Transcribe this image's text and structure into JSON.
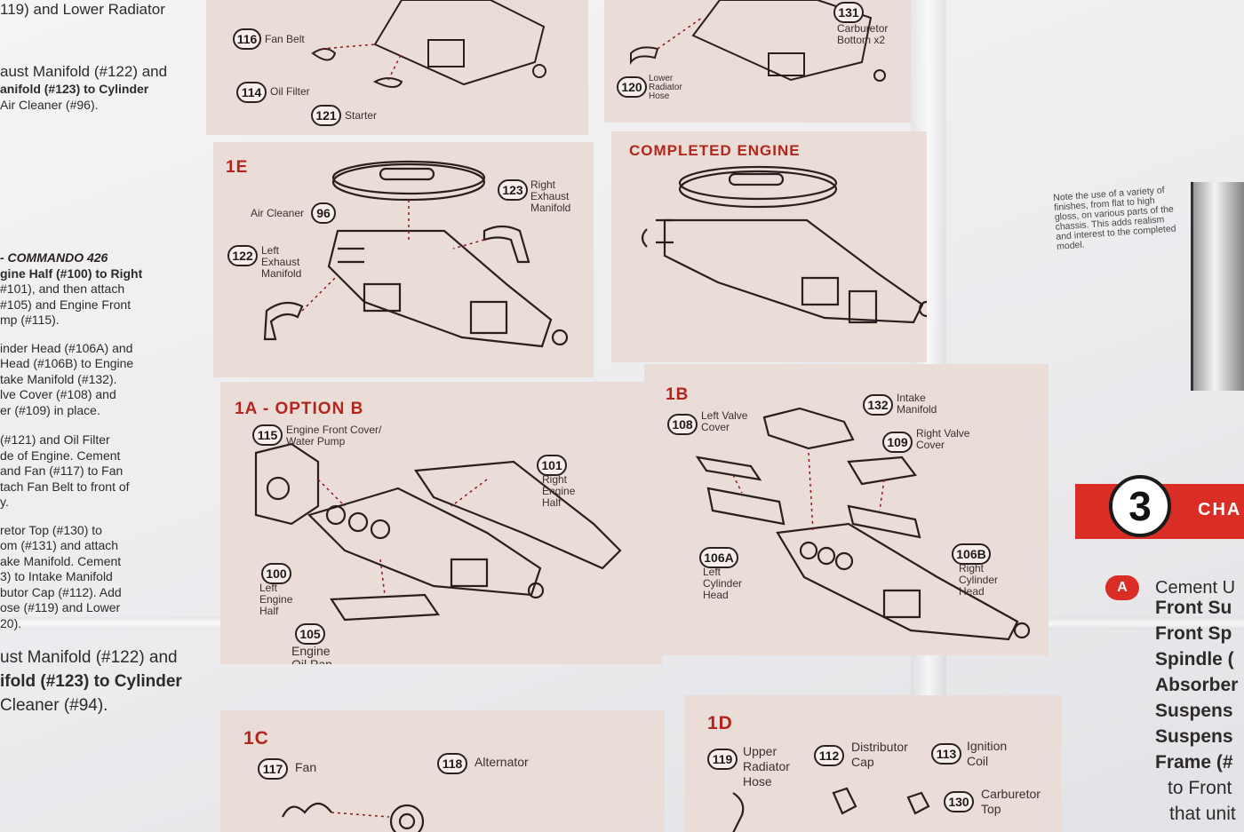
{
  "left_column": {
    "l1": "119) and Lower Radiator",
    "l2": "aust Manifold (#122) and",
    "l3": "anifold (#123) to Cylinder",
    "l4": "Air Cleaner (#96).",
    "l5": "- COMMANDO 426",
    "l6": "gine Half (#100) to Right",
    "l7": "#101), and then attach",
    "l8": "#105) and Engine Front",
    "l9": "mp (#115).",
    "l10": "inder Head (#106A) and",
    "l11": "Head (#106B) to Engine",
    "l12": "take Manifold (#132).",
    "l13": "lve Cover (#108) and",
    "l14": "er (#109) in place.",
    "l15": "(#121) and Oil Filter",
    "l16": "de of Engine. Cement",
    "l17": "and Fan (#117) to Fan",
    "l18": "tach Fan Belt to front of",
    "l19": "y.",
    "l20": "retor Top (#130) to",
    "l21": "om (#131) and attach",
    "l22": "ake Manifold. Cement",
    "l23": "3) to Intake Manifold",
    "l24": "butor Cap (#112). Add",
    "l25": "ose (#119) and Lower",
    "l26": "20).",
    "l27": "ust Manifold (#122) and",
    "l28": "ifold (#123) to Cylinder",
    "l29": "Cleaner (#94)."
  },
  "panels": {
    "top_left": {
      "c116": "116",
      "t116": "Fan Belt",
      "c114": "114",
      "t114": "Oil Filter",
      "c121": "121",
      "t121": "Starter"
    },
    "top_right": {
      "c131": "131",
      "t131": "Carburetor Bottom x2",
      "c120": "120",
      "t120": "Lower Radiator Hose"
    },
    "p1e": {
      "label": "1E",
      "c96": "96",
      "t96": "Air Cleaner",
      "c123": "123",
      "t123": "Right Exhaust Manifold",
      "c122": "122",
      "t122": "Left Exhaust Manifold"
    },
    "completed": {
      "label": "COMPLETED ENGINE"
    },
    "p1a": {
      "label": "1A - OPTION B",
      "c115": "115",
      "t115": "Engine Front Cover/ Water Pump",
      "c101": "101",
      "t101": "Right Engine Half",
      "c100": "100",
      "t100": "Left Engine Half",
      "c105": "105",
      "t105": "Engine Oil Pan"
    },
    "p1b": {
      "label": "1B",
      "c108": "108",
      "t108": "Left Valve Cover",
      "c132": "132",
      "t132": "Intake Manifold",
      "c109": "109",
      "t109": "Right Valve Cover",
      "c106a": "106A",
      "t106a": "Left Cylinder Head",
      "c106b": "106B",
      "t106b": "Right Cylinder Head"
    },
    "p1c": {
      "label": "1C",
      "c117": "117",
      "t117": "Fan",
      "c118": "118",
      "t118": "Alternator"
    },
    "p1d": {
      "label": "1D",
      "c119": "119",
      "t119": "Upper Radiator Hose",
      "c112": "112",
      "t112": "Distributor Cap",
      "c113": "113",
      "t113": "Ignition Coil",
      "c130": "130",
      "t130": "Carburetor Top"
    }
  },
  "right_column": {
    "note": "Note the use of a variety of finishes, from flat to high gloss, on various parts of the chassis. This adds realism and interest to the completed model.",
    "step_number": "3",
    "step_title": "CHA",
    "sub_label": "A",
    "r1": "Cement U",
    "r2": "Front Su",
    "r3": "Front Sp",
    "r4": "Spindle (",
    "r5": "Absorber",
    "r6": "Suspens",
    "r7": "Suspens",
    "r8": "Frame (#",
    "r9": "to Front",
    "r10": "that unit"
  },
  "colors": {
    "panel": "#eadcd6",
    "accent_red": "#b3261e",
    "step_red": "#d92d25"
  }
}
